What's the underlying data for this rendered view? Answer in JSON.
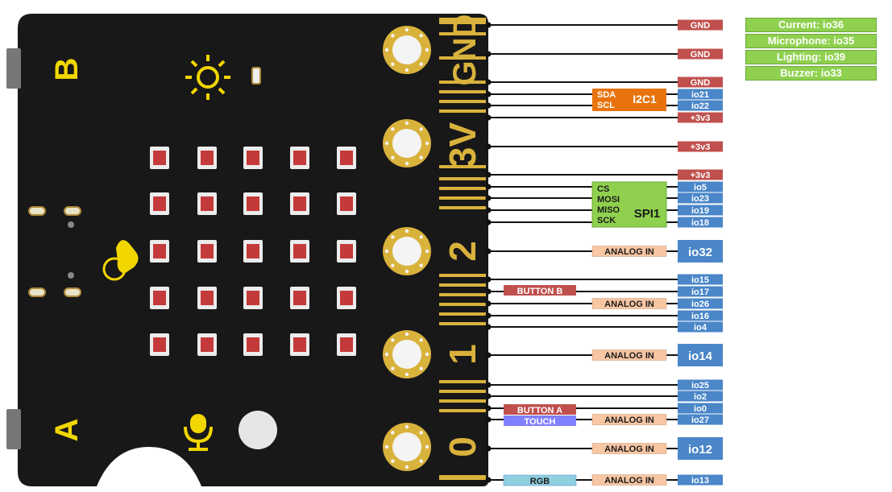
{
  "board": {
    "letter_b": "B",
    "letter_a": "A",
    "edge_labels": [
      "GND",
      "3V",
      "2",
      "1",
      "0"
    ]
  },
  "legend": [
    "Current: io36",
    "Microphone: io35",
    "Lighting: io39",
    "Buzzer: io33"
  ],
  "pins": [
    {
      "label": "GND",
      "color": "#c0504d"
    },
    {
      "label": "GND",
      "color": "#c0504d"
    },
    {
      "label": "GND",
      "color": "#c0504d"
    },
    {
      "label": "io21",
      "color": "#4a86c8"
    },
    {
      "label": "io22",
      "color": "#4a86c8"
    },
    {
      "label": "+3v3",
      "color": "#c0504d"
    },
    {
      "label": "+3v3",
      "color": "#c0504d"
    },
    {
      "label": "+3v3",
      "color": "#c0504d"
    },
    {
      "label": "io5",
      "color": "#4a86c8"
    },
    {
      "label": "io23",
      "color": "#4a86c8"
    },
    {
      "label": "io19",
      "color": "#4a86c8"
    },
    {
      "label": "io18",
      "color": "#4a86c8"
    },
    {
      "label": "io32",
      "color": "#4a86c8"
    },
    {
      "label": "io15",
      "color": "#4a86c8"
    },
    {
      "label": "io17",
      "color": "#4a86c8"
    },
    {
      "label": "io26",
      "color": "#4a86c8"
    },
    {
      "label": "io16",
      "color": "#4a86c8"
    },
    {
      "label": "io4",
      "color": "#4a86c8"
    },
    {
      "label": "io14",
      "color": "#4a86c8"
    },
    {
      "label": "io25",
      "color": "#4a86c8"
    },
    {
      "label": "io2",
      "color": "#4a86c8"
    },
    {
      "label": "io0",
      "color": "#4a86c8"
    },
    {
      "label": "io27",
      "color": "#4a86c8"
    },
    {
      "label": "io12",
      "color": "#4a86c8"
    },
    {
      "label": "io13",
      "color": "#4a86c8"
    }
  ],
  "i2c": {
    "title": "I2C1",
    "sda": "SDA",
    "scl": "SCL"
  },
  "spi": {
    "title": "SPI1",
    "cs": "CS",
    "mosi": "MOSI",
    "miso": "MISO",
    "sck": "SCK"
  },
  "analog_in": "ANALOG IN",
  "button_b": "BUTTON B",
  "button_a": "BUTTON A",
  "touch": "TOUCH",
  "rgb": "RGB",
  "colors": {
    "board": "#181818",
    "gold": "#d9b23c",
    "gnd": "#c0504d",
    "io": "#4a86c8",
    "i2c": "#e8730c",
    "spi": "#8fd14f",
    "analog": "#f7c6a3",
    "touch": "#8080ff",
    "rgb": "#8ecfe0",
    "yellow": "#f2d600",
    "led": "#c43a3a"
  }
}
